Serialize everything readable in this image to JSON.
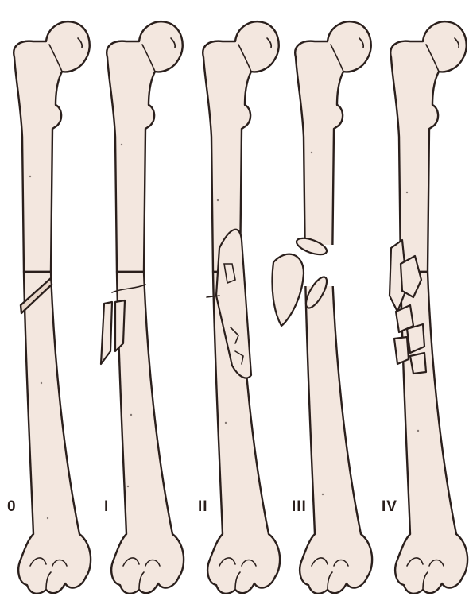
{
  "colors": {
    "bone_fill": "#f3e7df",
    "outline": "#2a1f1c",
    "background": "#ffffff"
  },
  "femurs": [
    {
      "label": "0"
    },
    {
      "label": "I"
    },
    {
      "label": "II"
    },
    {
      "label": "III"
    },
    {
      "label": "IV"
    }
  ]
}
